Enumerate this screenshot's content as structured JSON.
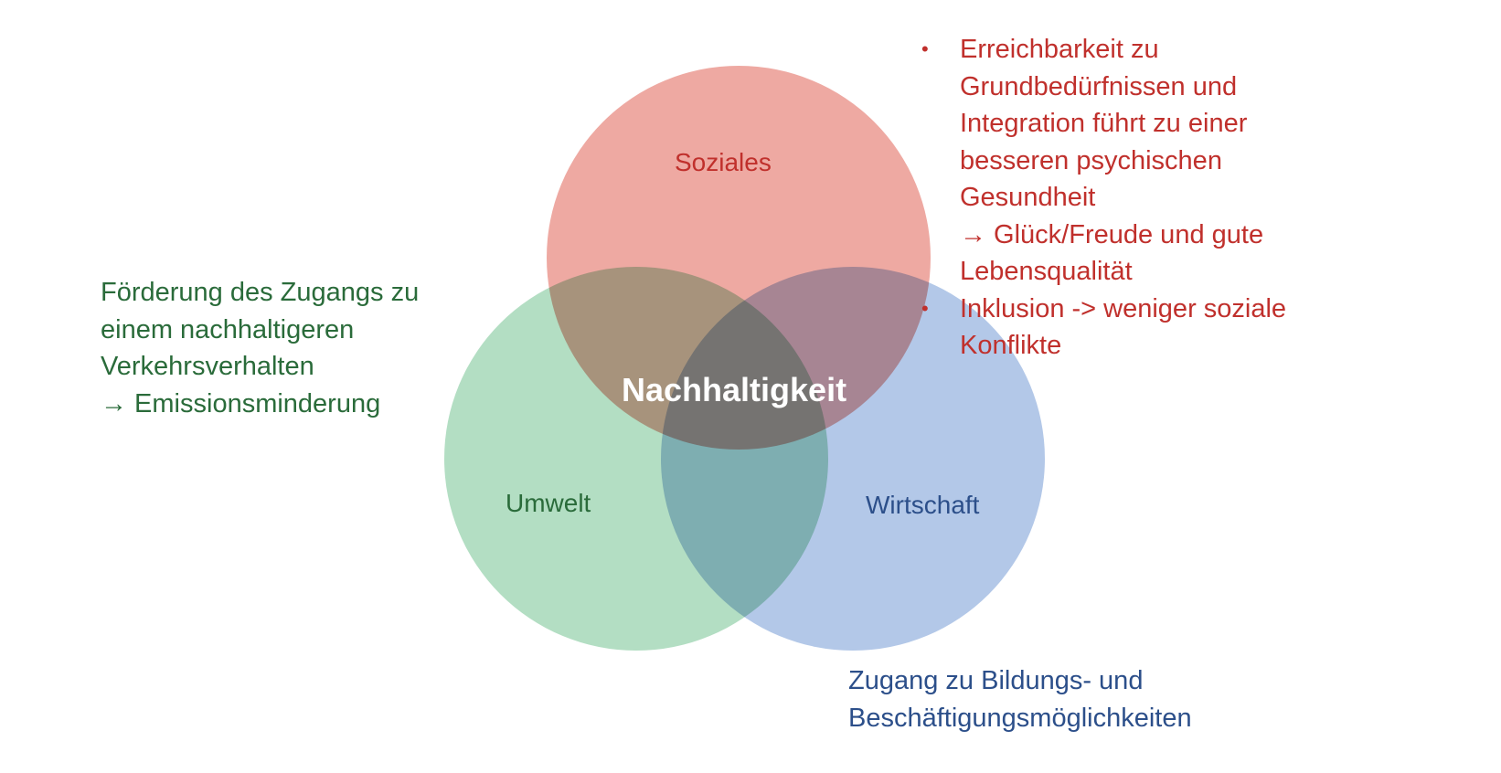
{
  "colors": {
    "social_fill": "#eea9a2",
    "environment_fill": "#b3deC3",
    "economy_fill": "#b3c8e8",
    "social_text": "#c0302c",
    "environment_text": "#2a6b3a",
    "economy_text": "#2c4f8a",
    "center_text": "#ffffff"
  },
  "diagram": {
    "type": "venn",
    "center_label": "Nachhaltigkeit",
    "sets": [
      {
        "id": "social",
        "label": "Soziales"
      },
      {
        "id": "environment",
        "label": "Umwelt"
      },
      {
        "id": "economy",
        "label": "Wirtschaft"
      }
    ]
  },
  "notes": {
    "environment": [
      "Förderung des Zugangs zu",
      "einem nachhaltigeren",
      "Verkehrsverhalten",
      "→ Emissionsminderung"
    ],
    "economy": [
      "Zugang zu Bildungs- und",
      "Beschäftigungsmöglichkeiten"
    ],
    "social": [
      {
        "bullet": "•",
        "lines": [
          "Erreichbarkeit zu",
          "Grundbedürfnissen und",
          "Integration führt zu einer",
          "besseren psychischen",
          "Gesundheit",
          "→ Glück/Freude und gute",
          "Lebensqualität"
        ]
      },
      {
        "bullet": "•",
        "lines": [
          "Inklusion -> weniger soziale",
          "Konflikte"
        ]
      }
    ]
  }
}
